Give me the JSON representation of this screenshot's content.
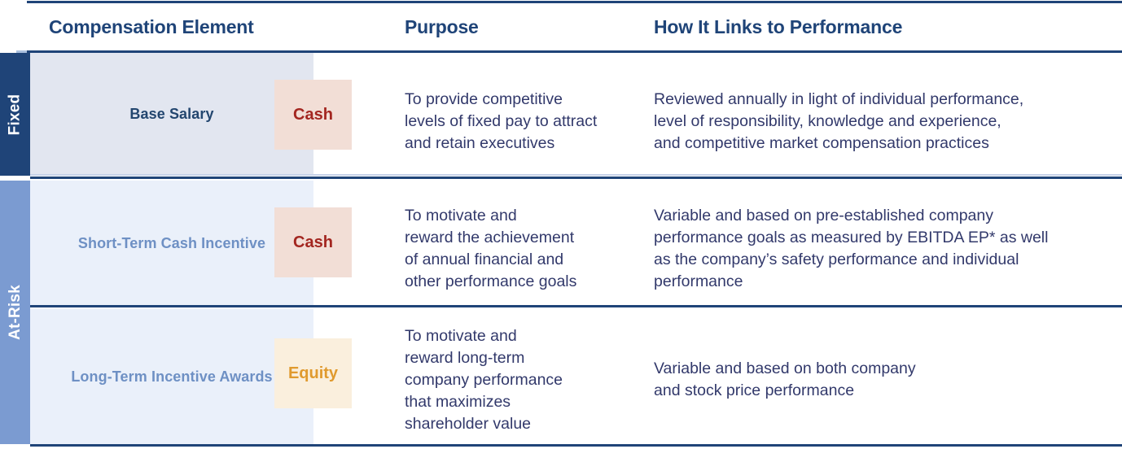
{
  "table": {
    "headers": {
      "element": "Compensation Element",
      "purpose": "Purpose",
      "links": "How It Links to Performance"
    },
    "groups": [
      {
        "label": "Fixed"
      },
      {
        "label": "At-Risk"
      }
    ],
    "rows": [
      {
        "group": "Fixed",
        "element_lines": [
          "Base Salary"
        ],
        "badge": {
          "label": "Cash",
          "type": "cash",
          "bg": "#f2ded6",
          "color": "#a32620"
        },
        "purpose_lines": [
          "To provide competitive",
          "levels of fixed pay to attract",
          "and retain executives"
        ],
        "links_lines": [
          "Reviewed annually in light of individual performance,",
          "level of responsibility, knowledge and experience,",
          "and competitive market compensation practices"
        ]
      },
      {
        "group": "At-Risk",
        "element_lines": [
          "Short-Term",
          "Cash Incentive"
        ],
        "badge": {
          "label": "Cash",
          "type": "cash",
          "bg": "#f2ded6",
          "color": "#a32620"
        },
        "purpose_lines": [
          "To motivate and",
          "reward the achievement",
          "of annual financial and",
          "other performance goals"
        ],
        "links_lines": [
          "Variable and based on pre-established company",
          "performance goals as measured by EBITDA EP* as well",
          "as the company’s safety performance and individual",
          "performance"
        ]
      },
      {
        "group": "At-Risk",
        "element_lines": [
          "Long-Term",
          "Incentive Awards"
        ],
        "badge": {
          "label": "Equity",
          "type": "equity",
          "bg": "#faefdd",
          "color": "#e09a2e"
        },
        "purpose_lines": [
          "To motivate and",
          "reward long-term",
          "company performance",
          "that maximizes",
          "shareholder value"
        ],
        "links_lines": [
          "Variable and based on both company",
          "and stock price performance"
        ]
      }
    ]
  },
  "colors": {
    "header_blue": "#1f4478",
    "group_fixed_bg": "#1f4478",
    "group_atrisk_bg": "#7b9bd1",
    "panel_fixed_bg": "#e2e6f0",
    "panel_atrisk_bg": "#eaf0fa",
    "body_text": "#32396b",
    "element_fixed_text": "#23466f",
    "element_atrisk_text": "#6e90c4"
  }
}
